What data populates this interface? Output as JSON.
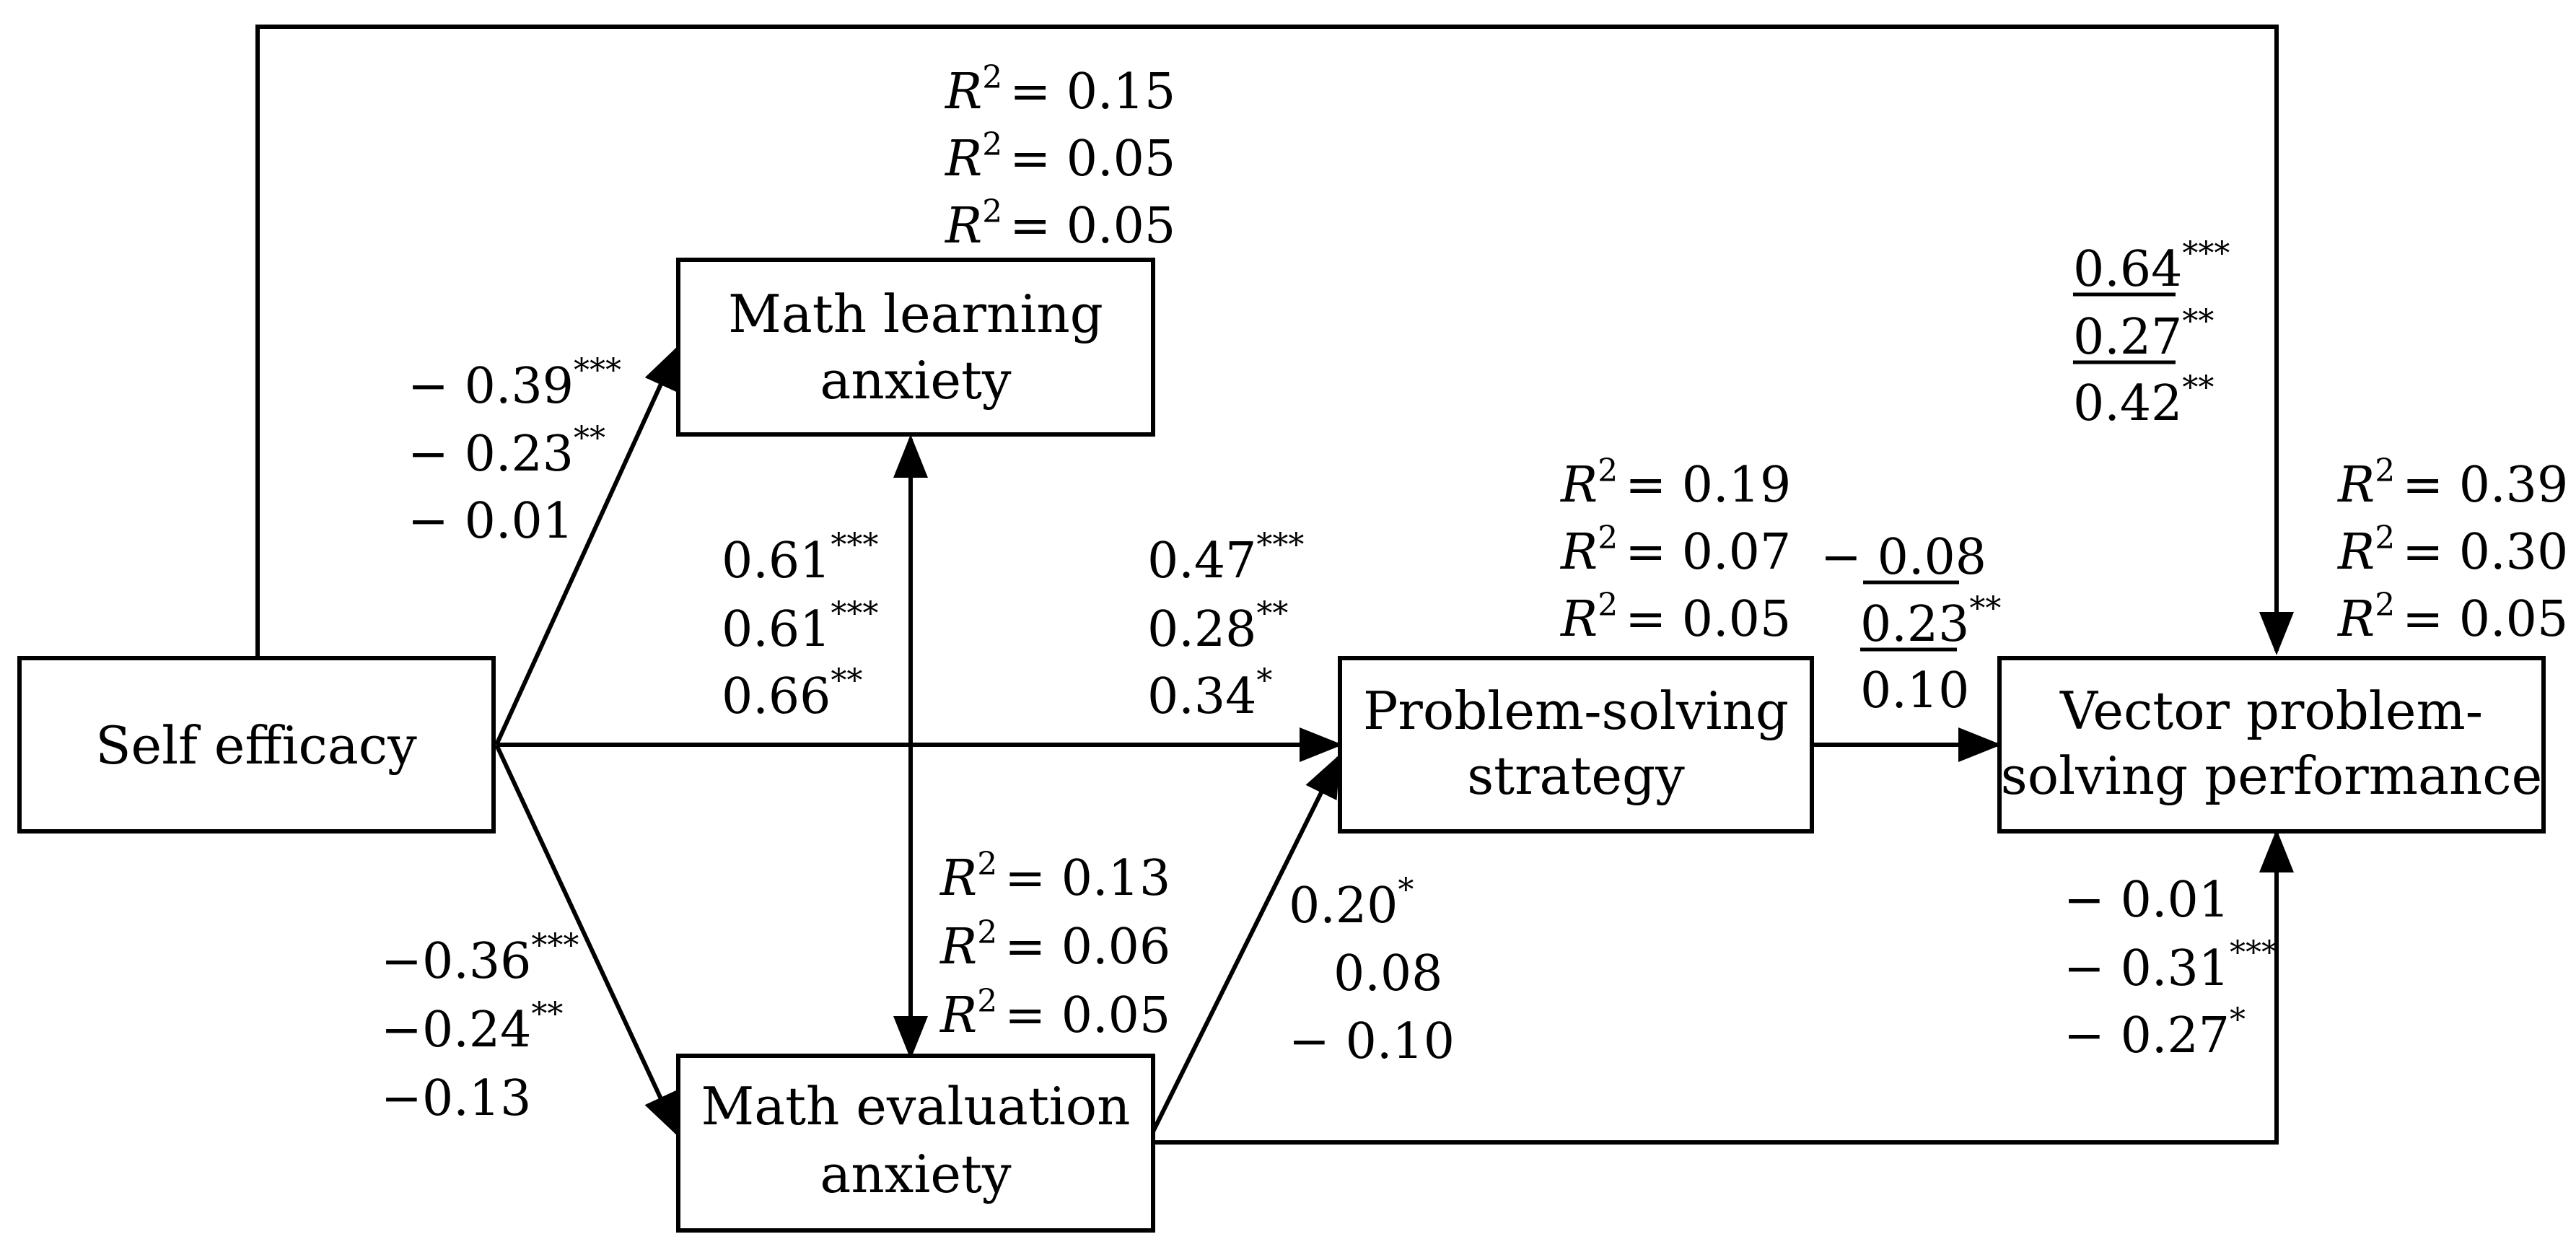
{
  "nodes": {
    "self_efficacy": {
      "lines": [
        "Self efficacy"
      ]
    },
    "math_learning_anxiety": {
      "lines": [
        "Math learning",
        "anxiety"
      ]
    },
    "math_evaluation_anxiety": {
      "lines": [
        "Math evaluation",
        "anxiety"
      ]
    },
    "problem_solving_strategy": {
      "lines": [
        "Problem-solving",
        "strategy"
      ]
    },
    "vector_performance": {
      "lines": [
        "Vector problem-",
        "solving performance"
      ]
    }
  },
  "r_squared": {
    "prefix": "R",
    "exponent": "2",
    "math_learning_anxiety": [
      "= 0.15",
      "= 0.05",
      "= 0.05"
    ],
    "math_evaluation_anxiety": [
      "= 0.13",
      "= 0.06",
      "= 0.05"
    ],
    "problem_solving_strategy": [
      "= 0.19",
      "= 0.07",
      "= 0.05"
    ],
    "vector_performance": [
      "= 0.39",
      "= 0.30",
      "= 0.05"
    ]
  },
  "paths": {
    "se_to_mla": [
      {
        "value": "− 0.39",
        "sig": "***"
      },
      {
        "value": "− 0.23",
        "sig": "**"
      },
      {
        "value": "− 0.01",
        "sig": ""
      }
    ],
    "se_to_mea": [
      {
        "value": "−0.36",
        "sig": "***"
      },
      {
        "value": "−0.24",
        "sig": "**"
      },
      {
        "value": "−0.13",
        "sig": ""
      }
    ],
    "mla_mea_correlation": [
      {
        "value": "0.61",
        "sig": "***"
      },
      {
        "value": "0.61",
        "sig": "***"
      },
      {
        "value": "0.66",
        "sig": "**"
      }
    ],
    "se_to_pss": [
      {
        "value": "0.47",
        "sig": "***"
      },
      {
        "value": "0.28",
        "sig": "**"
      },
      {
        "value": "0.34",
        "sig": "*"
      }
    ],
    "mea_to_pss": [
      {
        "value": "0.20",
        "sig": "*"
      },
      {
        "value": "0.08",
        "sig": ""
      },
      {
        "value": "− 0.10",
        "sig": ""
      }
    ],
    "pss_to_vpp": [
      {
        "prefix": "− ",
        "value": "0.08",
        "sig": "",
        "underline": true
      },
      {
        "prefix": "",
        "value": "0.23",
        "sig": "**",
        "underline": true
      },
      {
        "prefix": "",
        "value": "0.10",
        "sig": "",
        "underline": false
      }
    ],
    "se_to_vpp": [
      {
        "value": "0.64",
        "sig": "***",
        "underline": true
      },
      {
        "value": "0.27",
        "sig": "**",
        "underline": true
      },
      {
        "value": "0.42",
        "sig": "**",
        "underline": false
      }
    ],
    "mea_to_vpp": [
      {
        "value": "− 0.01",
        "sig": ""
      },
      {
        "value": "− 0.31",
        "sig": "***"
      },
      {
        "value": "− 0.27",
        "sig": "*"
      }
    ]
  }
}
